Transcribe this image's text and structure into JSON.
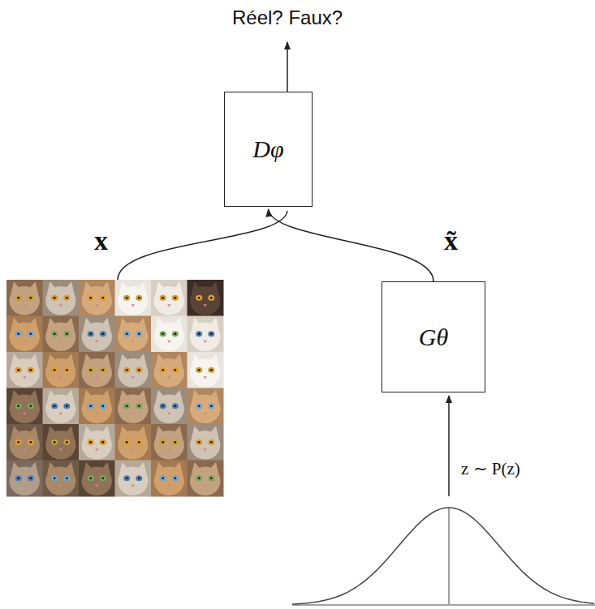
{
  "diagram": {
    "nodes": [
      {
        "text": [
          "Dφ"
        ]
      },
      {
        "text": [
          "Gθ"
        ]
      }
    ],
    "edges": [
      {
        "from": 1,
        "to": 0,
        "arrow": "to",
        "label": "x̃"
      }
    ],
    "labels": [
      "Réel? Faux?",
      "x",
      "z ∼ P(z)"
    ]
  }
}
